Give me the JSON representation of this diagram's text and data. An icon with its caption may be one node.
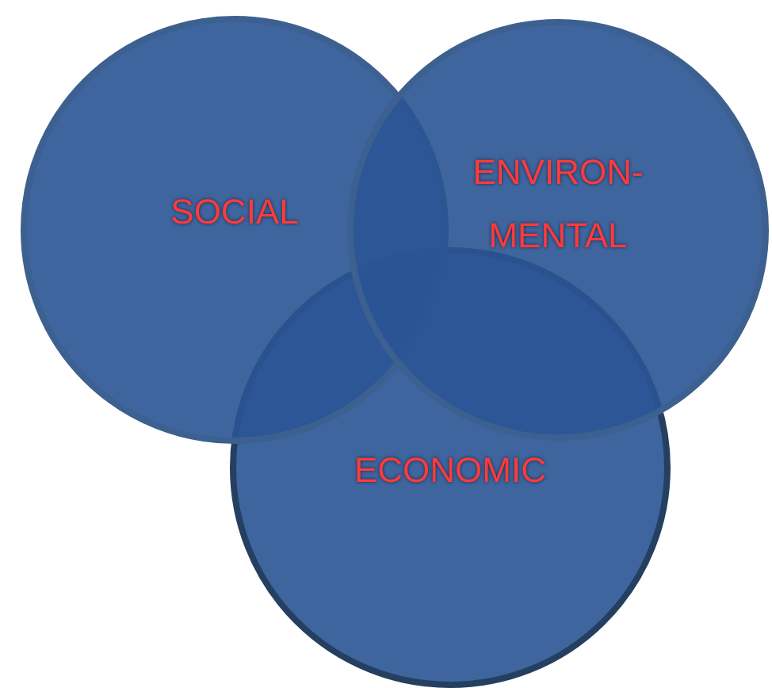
{
  "diagram": {
    "nodes": [
      {
        "text": [
          "SOCIAL"
        ]
      },
      {
        "text": [
          "ENVIRON- MENTAL"
        ]
      },
      {
        "text": [
          "ECONOMIC"
        ]
      }
    ]
  }
}
